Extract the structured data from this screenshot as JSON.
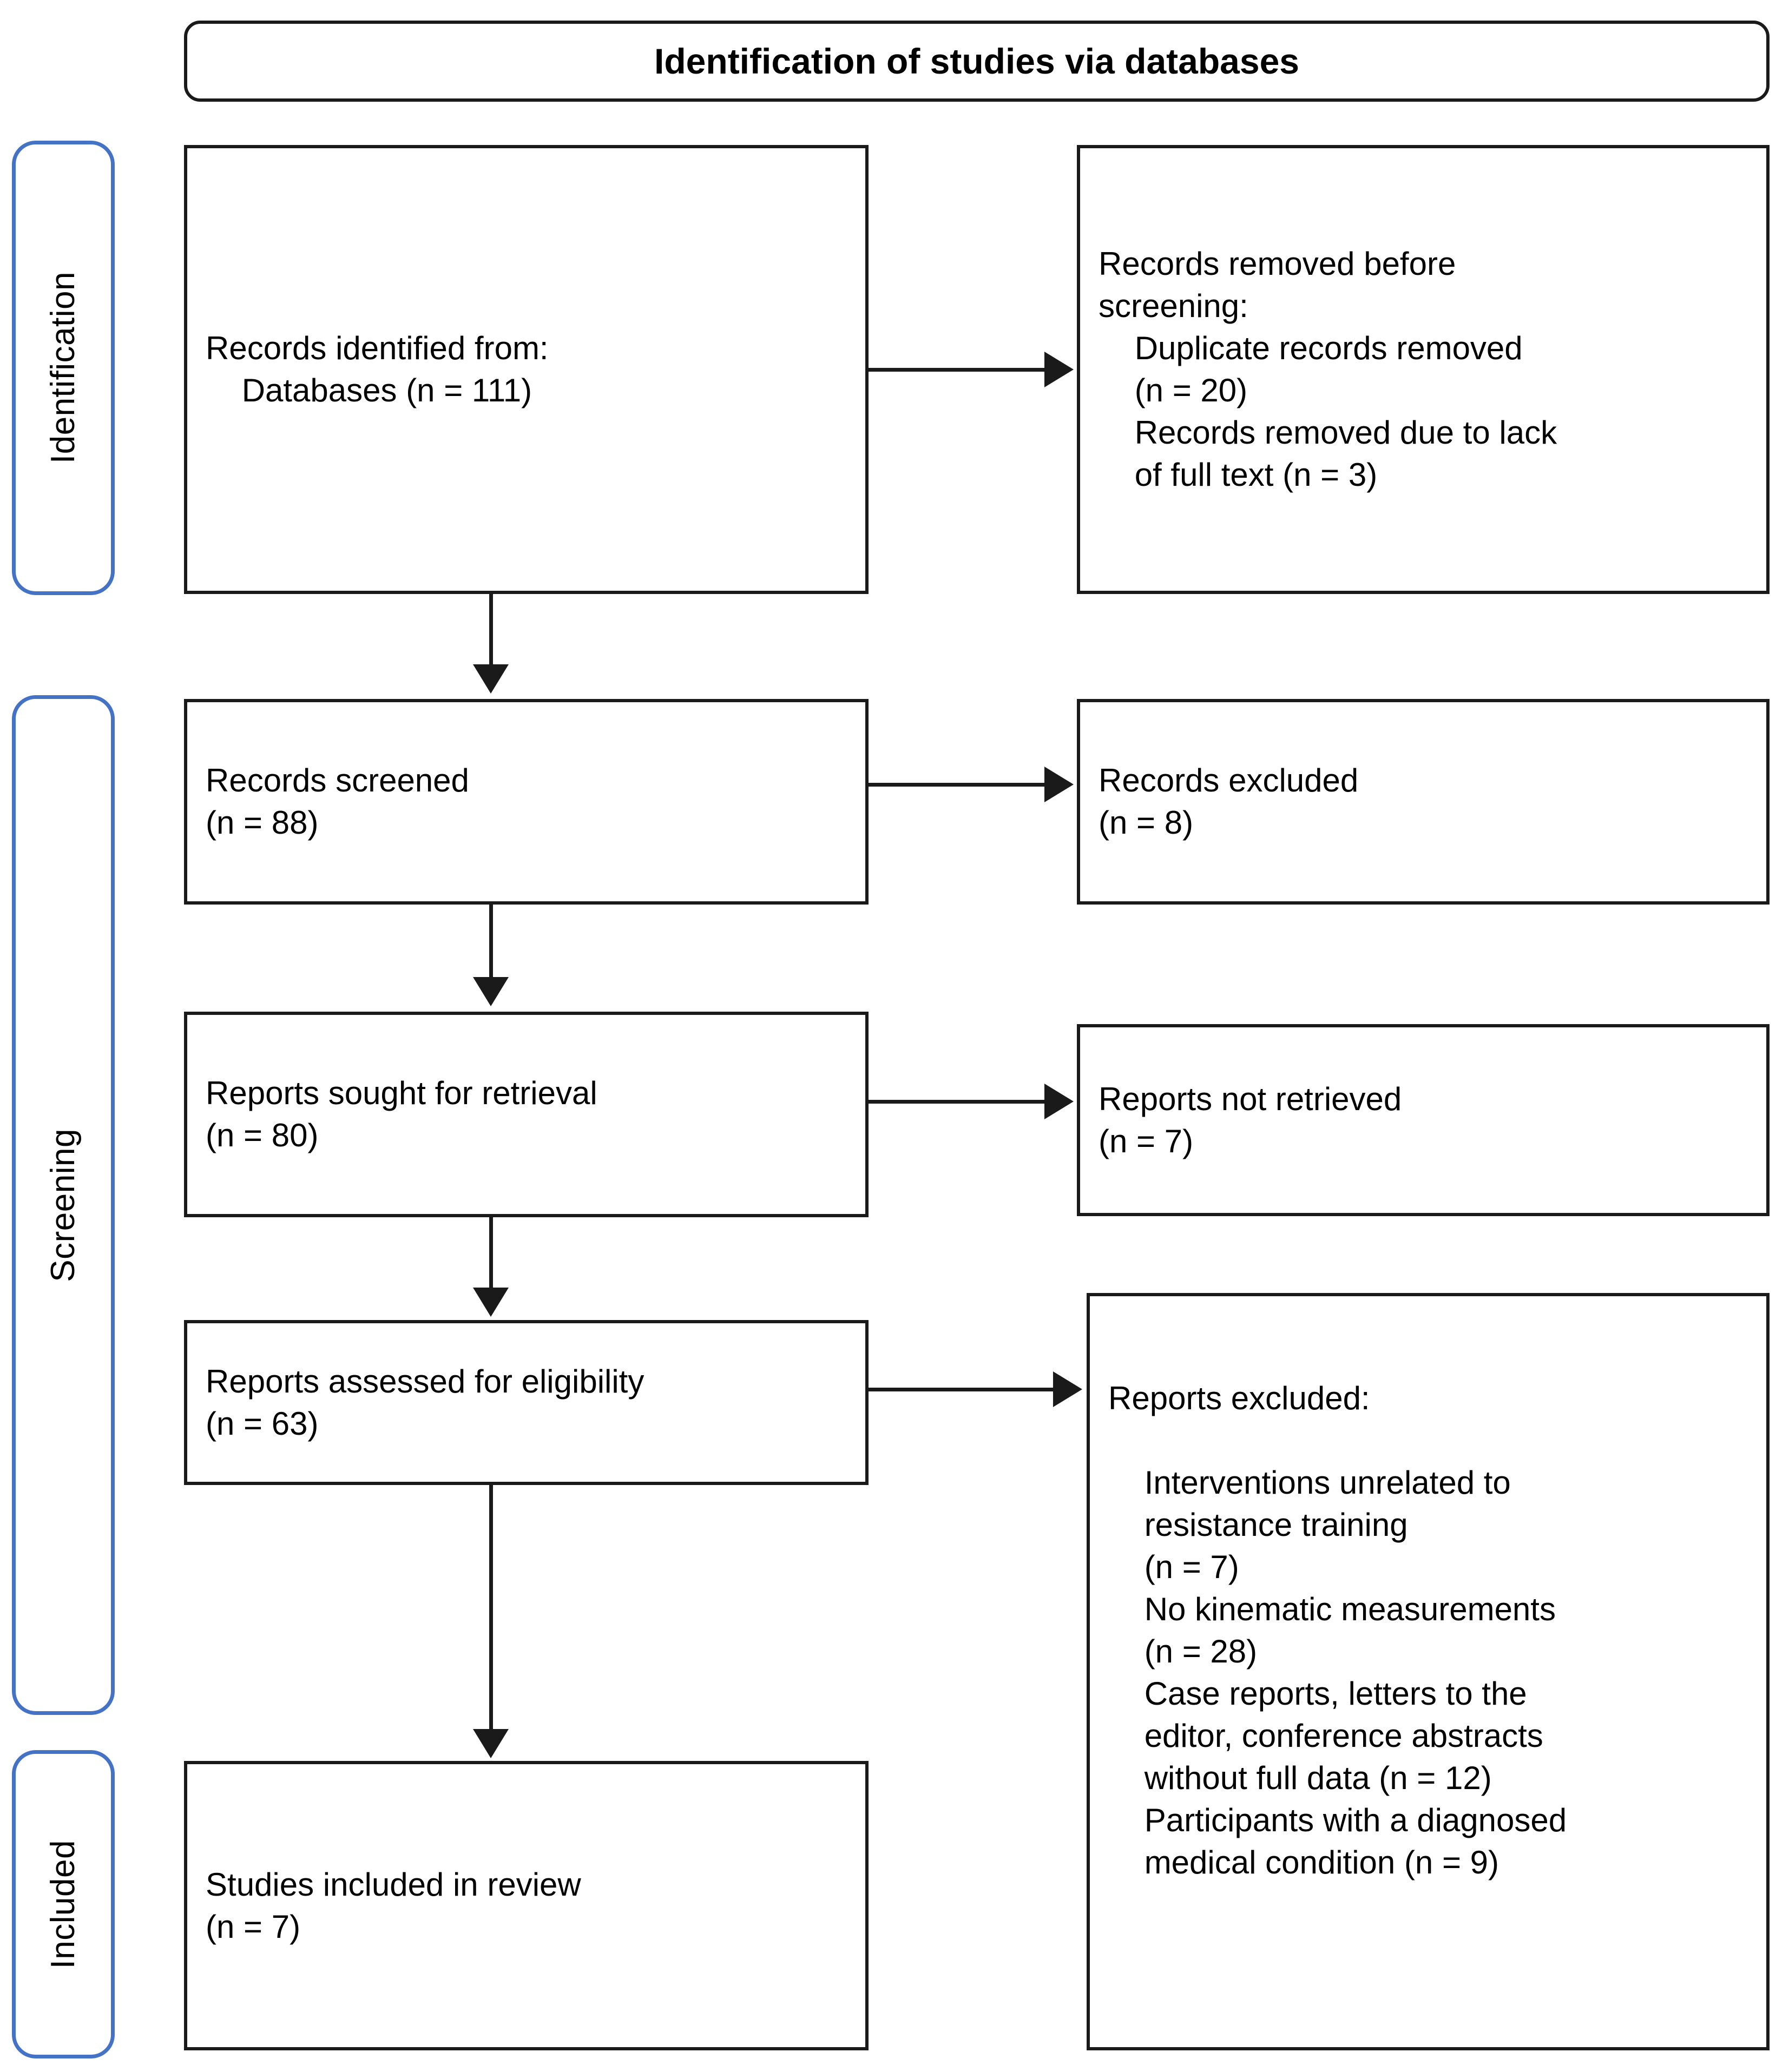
{
  "header": {
    "title": "Identification of studies via databases"
  },
  "phases": [
    {
      "id": "identification",
      "label": "Identification"
    },
    {
      "id": "screening",
      "label": "Screening"
    },
    {
      "id": "included",
      "label": "Included"
    }
  ],
  "flow": {
    "records_identified": {
      "name": "records-identified-box",
      "text": "Records identified from:\n    Databases (n = 111)"
    },
    "records_removed": {
      "name": "records-removed-box",
      "text": "Records removed before\nscreening:\n    Duplicate records removed\n    (n = 20)\n    Records removed due to lack\n    of full text (n = 3)"
    },
    "records_screened": {
      "name": "records-screened-box",
      "text": "Records screened\n(n = 88)"
    },
    "records_excluded": {
      "name": "records-excluded-box",
      "text": "Records excluded\n(n = 8)"
    },
    "reports_sought": {
      "name": "reports-sought-box",
      "text": "Reports sought for retrieval\n(n = 80)"
    },
    "reports_not_retrieved": {
      "name": "reports-not-retrieved-box",
      "text": "Reports not retrieved\n(n = 7)"
    },
    "reports_assessed": {
      "name": "reports-assessed-box",
      "text": "Reports assessed for eligibility\n(n = 63)"
    },
    "reports_excluded": {
      "name": "reports-excluded-box",
      "text": "Reports excluded:\n\n    Interventions unrelated to\n    resistance training\n    (n = 7)\n    No kinematic measurements\n    (n = 28)\n    Case reports, letters to the\n    editor, conference abstracts\n    without full data (n = 12)\n    Participants with a diagnosed\n    medical condition (n = 9)"
    },
    "studies_included": {
      "name": "studies-included-box",
      "text": "Studies included in review\n(n = 7)"
    }
  },
  "counts": {
    "identified_databases": 111,
    "duplicates_removed": 20,
    "removed_no_full_text": 3,
    "screened": 88,
    "excluded_at_screening": 8,
    "sought_for_retrieval": 80,
    "not_retrieved": 7,
    "assessed_for_eligibility": 63,
    "excluded_unrelated_intervention": 7,
    "excluded_no_kinematics": 28,
    "excluded_case_reports": 12,
    "excluded_medical_condition": 9,
    "included_in_review": 7
  },
  "colors": {
    "phase_rail_border": "#4472C4",
    "box_border": "#1a1a1a",
    "background": "#ffffff",
    "text": "#000000"
  }
}
